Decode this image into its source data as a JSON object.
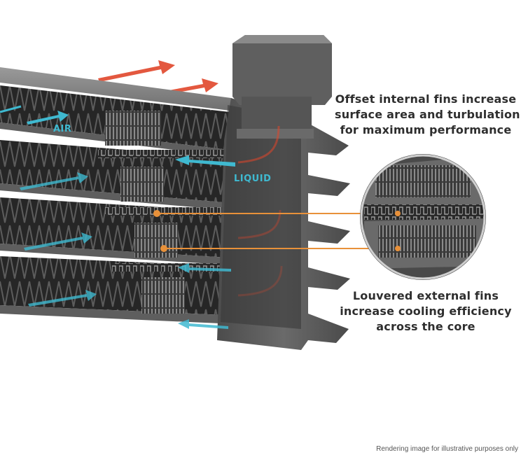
{
  "callouts": {
    "offset_fins": [
      "Offset internal fins increase",
      "surface area and turbulation",
      "for maximum performance"
    ],
    "louvered_fins": [
      "Louvered external fins",
      "increase cooling efficiency",
      "across the core"
    ]
  },
  "labels": {
    "air": "AIR",
    "liquid": "LIQUID"
  },
  "footer": {
    "disclaimer": "Rendering image for illustrative purposes only"
  },
  "colors": {
    "air_flow": "#3fb9d0",
    "hot_flow": "#e0462a",
    "leader_line": "#e8913a",
    "metal": "#4a4a4a"
  },
  "icons": {
    "air_arrow": "arrow-right-icon",
    "heat_arrow": "arrow-right-icon"
  }
}
